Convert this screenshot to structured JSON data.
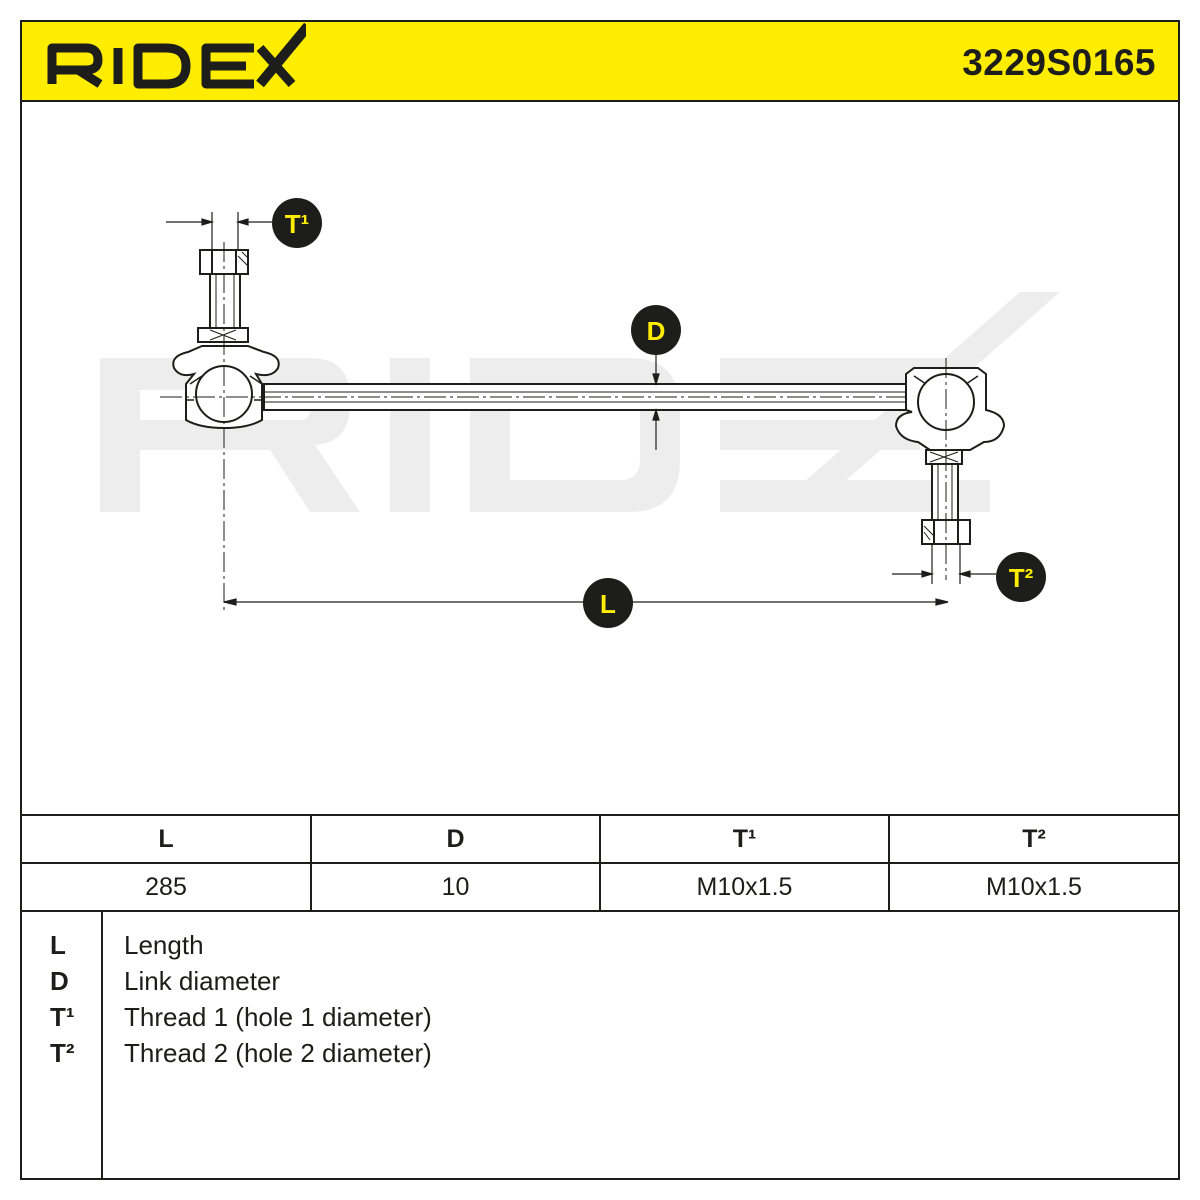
{
  "header": {
    "brand": "RIDEX",
    "part_number": "3229S0165"
  },
  "callouts": {
    "t1": "T¹",
    "d": "D",
    "t2": "T²",
    "l": "L"
  },
  "watermark": "RIDEX",
  "colors": {
    "accent": "#ffed00",
    "ink": "#1d1d1b",
    "watermark": "#ededed"
  },
  "spec_table": {
    "headers": [
      "L",
      "D",
      "T¹",
      "T²"
    ],
    "values": [
      "285",
      "10",
      "M10x1.5",
      "M10x1.5"
    ]
  },
  "legend": [
    {
      "key": "L",
      "text": "Length"
    },
    {
      "key": "D",
      "text": "Link diameter"
    },
    {
      "key": "T¹",
      "text": "Thread 1 (hole 1 diameter)"
    },
    {
      "key": "T²",
      "text": "Thread 2 (hole 2 diameter)"
    }
  ]
}
